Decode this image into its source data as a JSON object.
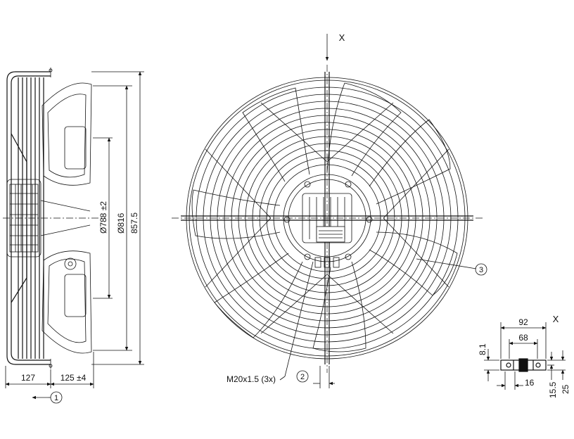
{
  "side_view": {
    "dimensions": {
      "d1": "Ø788 ±2",
      "d2": "Ø816",
      "d3": "857.5",
      "w1": "127",
      "w2": "125 ±4"
    },
    "callout_1": "1"
  },
  "front_view": {
    "view_label": "X",
    "thread_label": "M20x1.5 (3x)",
    "callout_2": "2",
    "callout_3": "3"
  },
  "detail_x": {
    "view_label": "X",
    "dimensions": {
      "d92": "92",
      "d68": "68",
      "d8_1": "8.1",
      "d16": "16",
      "d15_5": "15.5",
      "d25": "25"
    }
  }
}
